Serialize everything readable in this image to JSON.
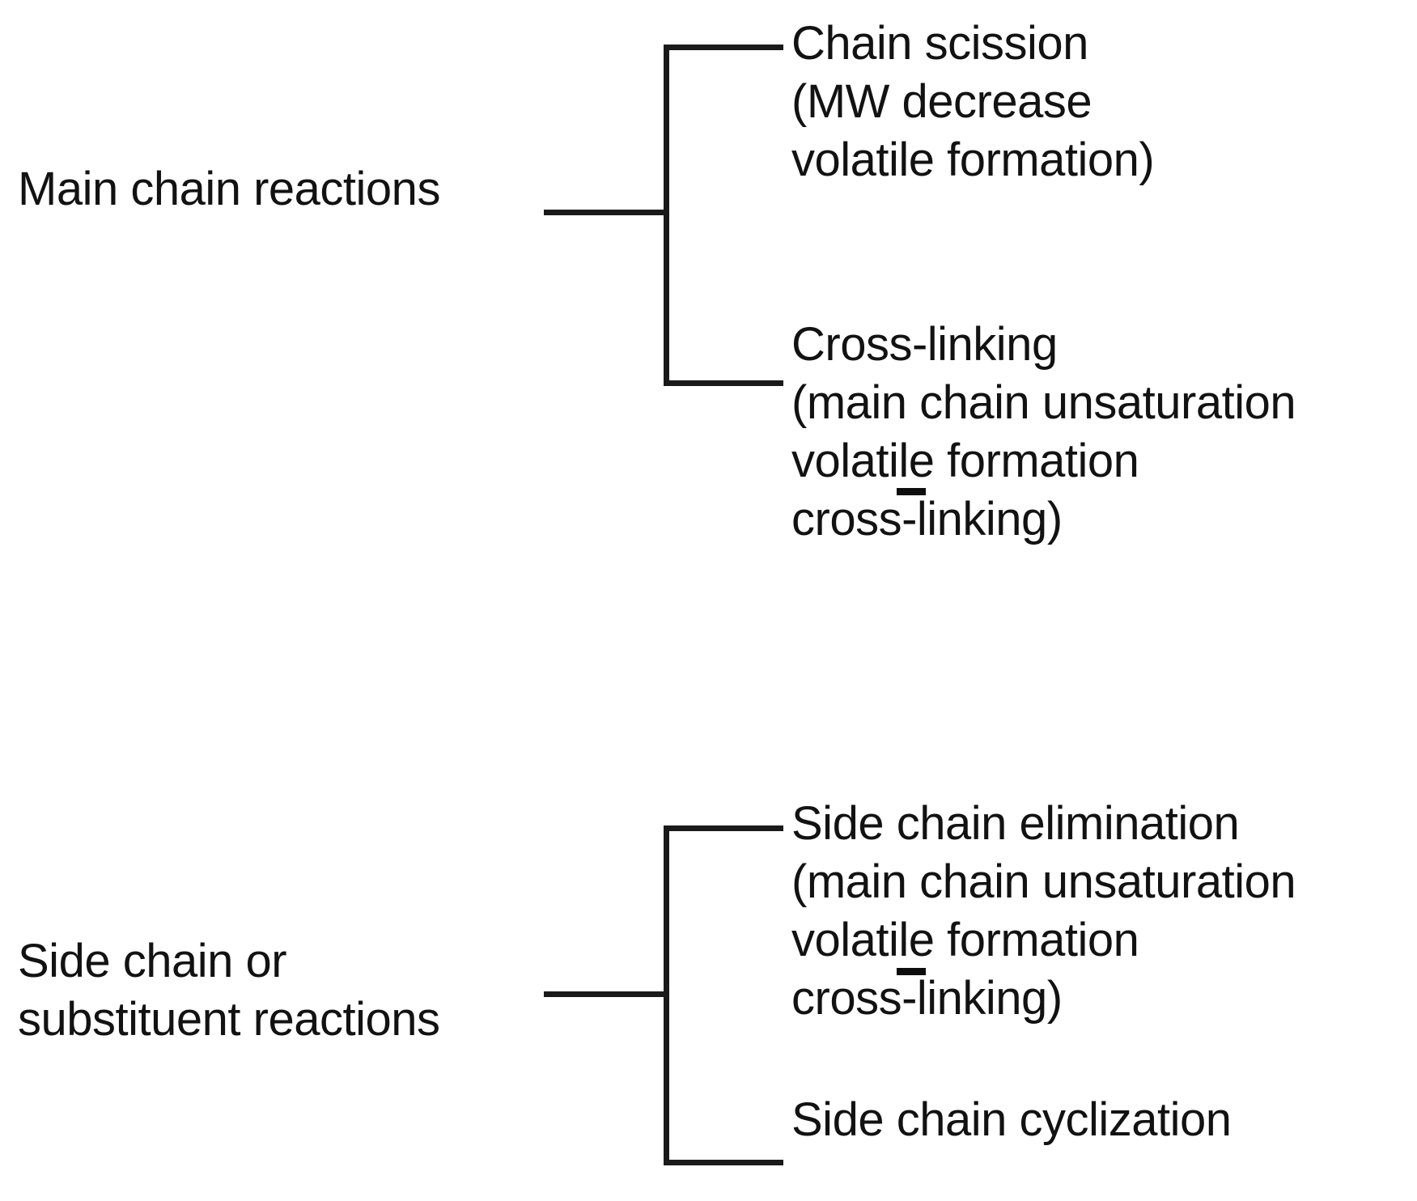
{
  "diagram": {
    "type": "bracket-tree",
    "title": "",
    "background_color": "#ffffff",
    "line_color": "#1a1a1a",
    "text_color": "#121212",
    "groups": [
      {
        "id": "main-chain-reactions",
        "root_label": "Main chain reactions",
        "branches": [
          {
            "id": "chain-scission",
            "heading": "Chain scission",
            "detail_lines": [
              "(MW decrease",
              "volatile formation)"
            ],
            "text": "Chain scission\n(MW decrease\nvolatile formation)"
          },
          {
            "id": "cross-linking",
            "heading": "Cross-linking",
            "detail_lines": [
              "(main chain unsaturation",
              "volatile formation",
              "cross-linking)"
            ],
            "text": "Cross-linking\n(main chain unsaturation\nvolatile formation\ncross-linking)"
          }
        ]
      },
      {
        "id": "side-chain-or-substituent-reactions",
        "root_label": "Side chain or\nsubstituent reactions",
        "branches": [
          {
            "id": "side-chain-elimination",
            "heading": "Side chain elimination",
            "detail_lines": [
              "(main chain unsaturation",
              "volatile formation",
              "cross-linking)"
            ],
            "text": "Side chain elimination\n(main chain unsaturation\nvolatile formation\ncross-linking)"
          },
          {
            "id": "side-chain-cyclization",
            "heading": "Side chain cyclization",
            "detail_lines": [],
            "text": "Side chain cyclization"
          }
        ]
      }
    ]
  }
}
